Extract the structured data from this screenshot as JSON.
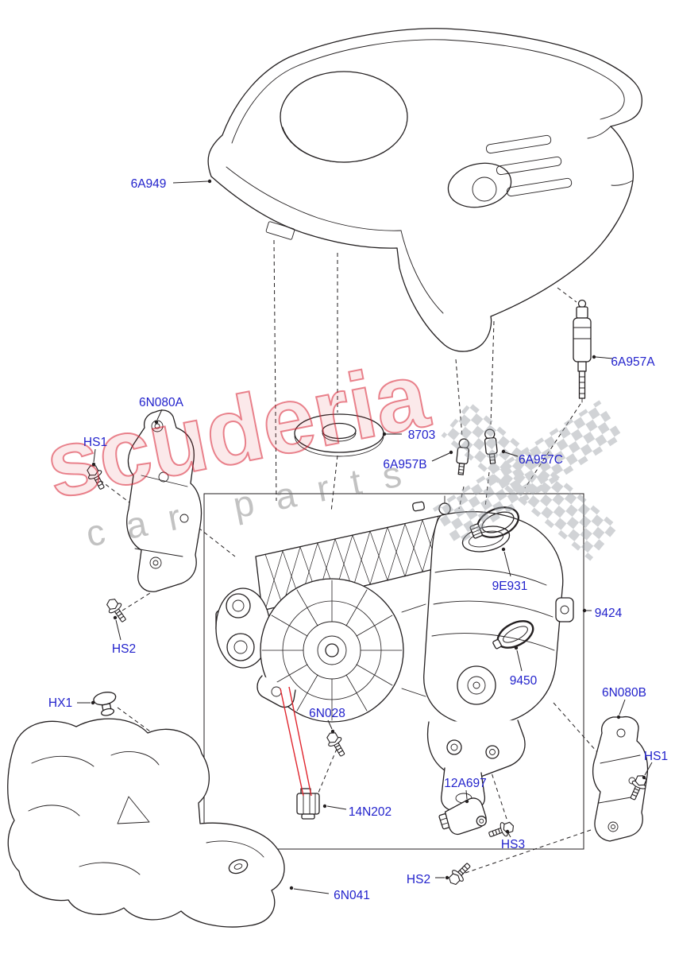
{
  "page": {
    "type": "exploded-parts-diagram"
  },
  "watermark": {
    "brand": "scuderia",
    "tagline": "car parts"
  },
  "colors": {
    "label-blue": "#2222cc",
    "line-black": "#231f20",
    "highlight-red": "#e0262e",
    "watermark-red": "#d92334",
    "watermark-gray": "#8c8c8c",
    "checker-gray": "#9aa0a6"
  },
  "callouts": [
    "6A949",
    "6A957A",
    "8703",
    "6A957B",
    "6A957C",
    "6N080A",
    "HS1",
    "HS2",
    "HX1",
    "9E931",
    "9424",
    "9450",
    "6N080B",
    "HS1",
    "6N028",
    "12A697",
    "HS3",
    "HS2",
    "14N202",
    "6N041"
  ]
}
